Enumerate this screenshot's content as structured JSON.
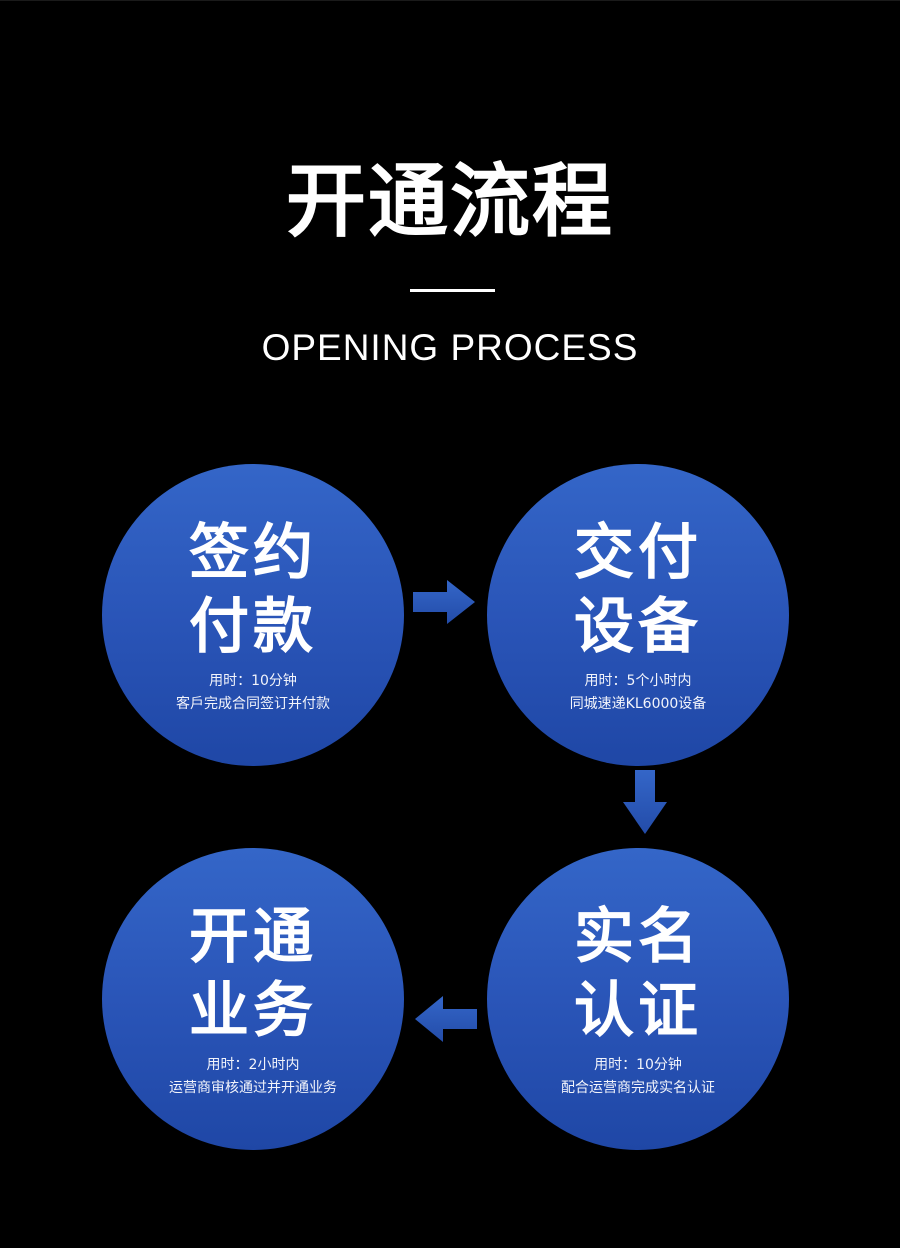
{
  "header": {
    "title": "开通流程",
    "subtitle": "OPENING PROCESS"
  },
  "colors": {
    "background": "#000000",
    "circle_top": "#3466c8",
    "circle_bottom": "#1f47a6",
    "arrow": "#2d5bc0",
    "text": "#ffffff"
  },
  "steps": [
    {
      "title_line1": "签约",
      "title_line2": "付款",
      "time": "用时：10分钟",
      "desc": "客戶完成合同签订并付款"
    },
    {
      "title_line1": "交付",
      "title_line2": "设备",
      "time": "用时：5个小时内",
      "desc": "同城速递KL6000设备"
    },
    {
      "title_line1": "实名",
      "title_line2": "认证",
      "time": "用时：10分钟",
      "desc": "配合运营商完成实名认证"
    },
    {
      "title_line1": "开通",
      "title_line2": "业务",
      "time": "用时：2小时内",
      "desc": "运营商审核通过并开通业务"
    }
  ],
  "arrows": [
    {
      "icon": "arrow-right-icon",
      "from": "签约付款",
      "to": "交付设备"
    },
    {
      "icon": "arrow-down-icon",
      "from": "交付设备",
      "to": "实名认证"
    },
    {
      "icon": "arrow-left-icon",
      "from": "实名认证",
      "to": "开通业务"
    }
  ]
}
